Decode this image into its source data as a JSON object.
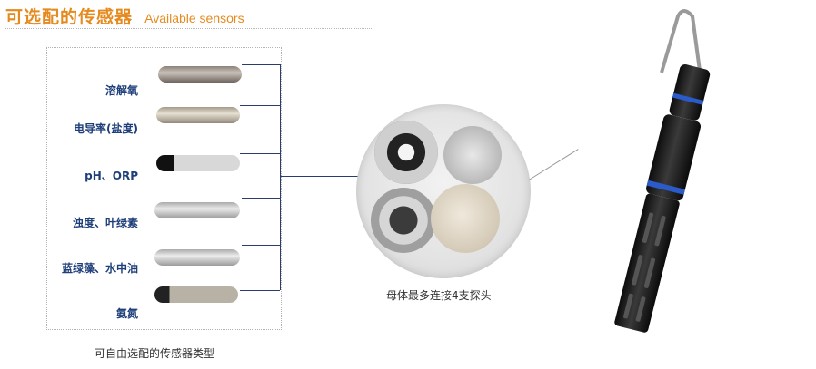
{
  "header": {
    "title_cn": "可选配的传感器",
    "title_en": "Available sensors"
  },
  "sensors": [
    {
      "label": "溶解氧"
    },
    {
      "label": "电导率(盐度)"
    },
    {
      "label": "pH、ORP"
    },
    {
      "label": "浊度、叶绿素"
    },
    {
      "label": "蓝绿藻、水中油"
    },
    {
      "label": "氨氮"
    }
  ],
  "captions": {
    "panel": "可自由选配的传感器类型",
    "closeup": "母体最多连接4支探头"
  }
}
